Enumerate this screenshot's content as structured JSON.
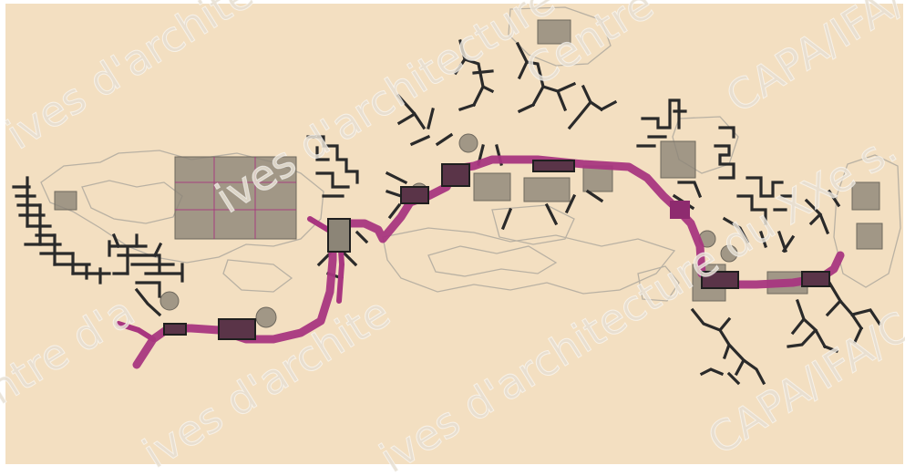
{
  "image": {
    "kind": "architectural site plan drawing",
    "colors": {
      "paper": "#f3dfc1",
      "page_border": "#ffffff",
      "spine": "#a8367f",
      "branches": "#2a2a2a",
      "buildings": "#8c8577",
      "faint_outlines": "#b9b1a3",
      "watermark": "#e6dfd2"
    }
  },
  "watermarks": [
    "ives d'architectu",
    "ives d'architecture du XXe",
    "Centre",
    "CAPA/IFA/C",
    "ntre d'a",
    "ives d'archite",
    "ives d'architecture du XXe s.",
    "CAPA/IFA/C"
  ]
}
